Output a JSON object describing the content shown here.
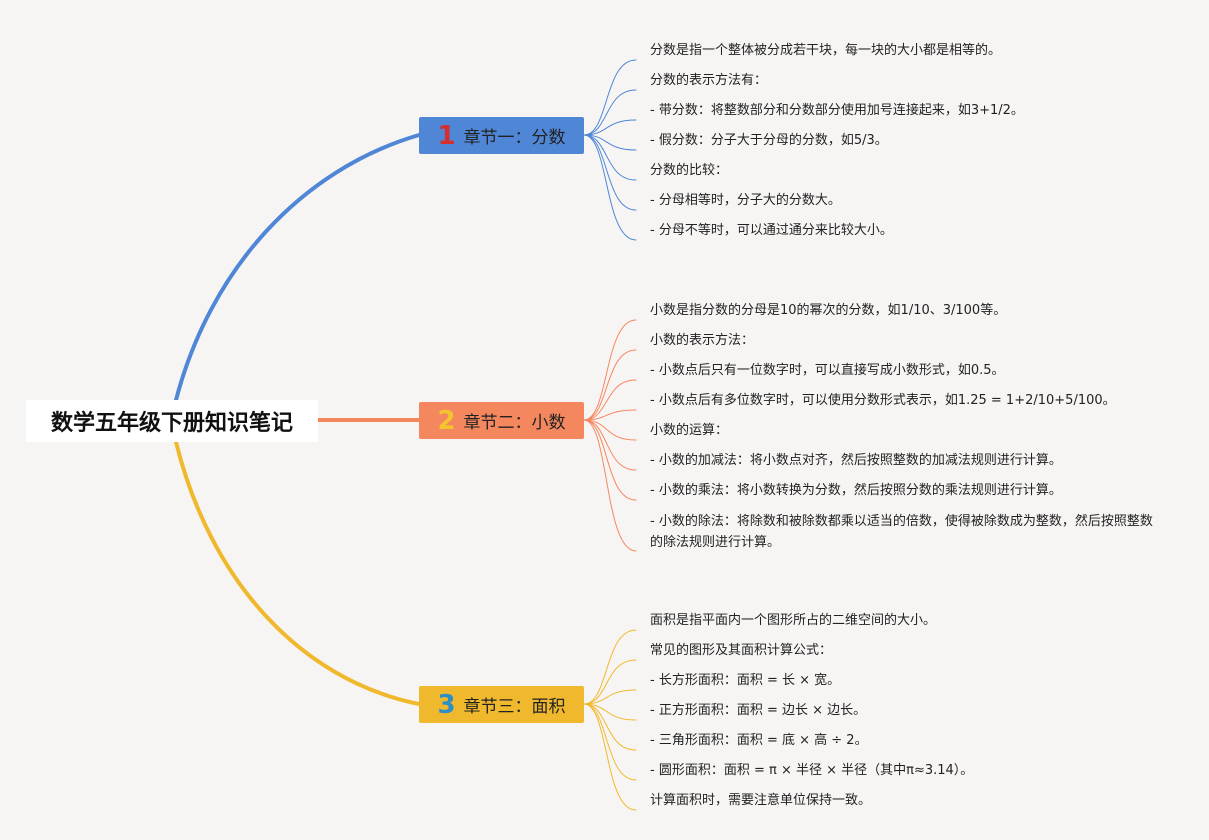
{
  "root": {
    "title": "数学五年级下册知识笔记"
  },
  "branches": [
    {
      "num": "1",
      "label": "章节一：分数",
      "color": "#4f86d6",
      "num_color": "#d62e2e",
      "items": [
        "分数是指一个整体被分成若干块，每一块的大小都是相等的。",
        "分数的表示方法有：",
        "- 带分数：将整数部分和分数部分使用加号连接起来，如3+1/2。",
        "- 假分数：分子大于分母的分数，如5/3。",
        "分数的比较：",
        "- 分母相等时，分子大的分数大。",
        "- 分母不等时，可以通过通分来比较大小。"
      ]
    },
    {
      "num": "2",
      "label": "章节二：小数",
      "color": "#f5875f",
      "num_color": "#f4c430",
      "items": [
        "小数是指分数的分母是10的幂次的分数，如1/10、3/100等。",
        "小数的表示方法：",
        "- 小数点后只有一位数字时，可以直接写成小数形式，如0.5。",
        "- 小数点后有多位数字时，可以使用分数形式表示，如1.25 = 1+2/10+5/100。",
        "小数的运算：",
        "- 小数的加减法：将小数点对齐，然后按照整数的加减法规则进行计算。",
        "- 小数的乘法：将小数转换为分数，然后按照分数的乘法规则进行计算。",
        "- 小数的除法：将除数和被除数都乘以适当的倍数，使得被除数成为整数，然后按照整数的除法规则进行计算。"
      ]
    },
    {
      "num": "3",
      "label": "章节三：面积",
      "color": "#f0b92d",
      "num_color": "#2e8fc7",
      "items": [
        "面积是指平面内一个图形所占的二维空间的大小。",
        "常见的图形及其面积计算公式：",
        "- 长方形面积：面积 = 长 × 宽。",
        "- 正方形面积：面积 = 边长 × 边长。",
        "- 三角形面积：面积 = 底 × 高 ÷ 2。",
        "- 圆形面积：面积 = π × 半径 × 半径（其中π≈3.14）。",
        "计算面积时，需要注意单位保持一致。"
      ]
    }
  ]
}
